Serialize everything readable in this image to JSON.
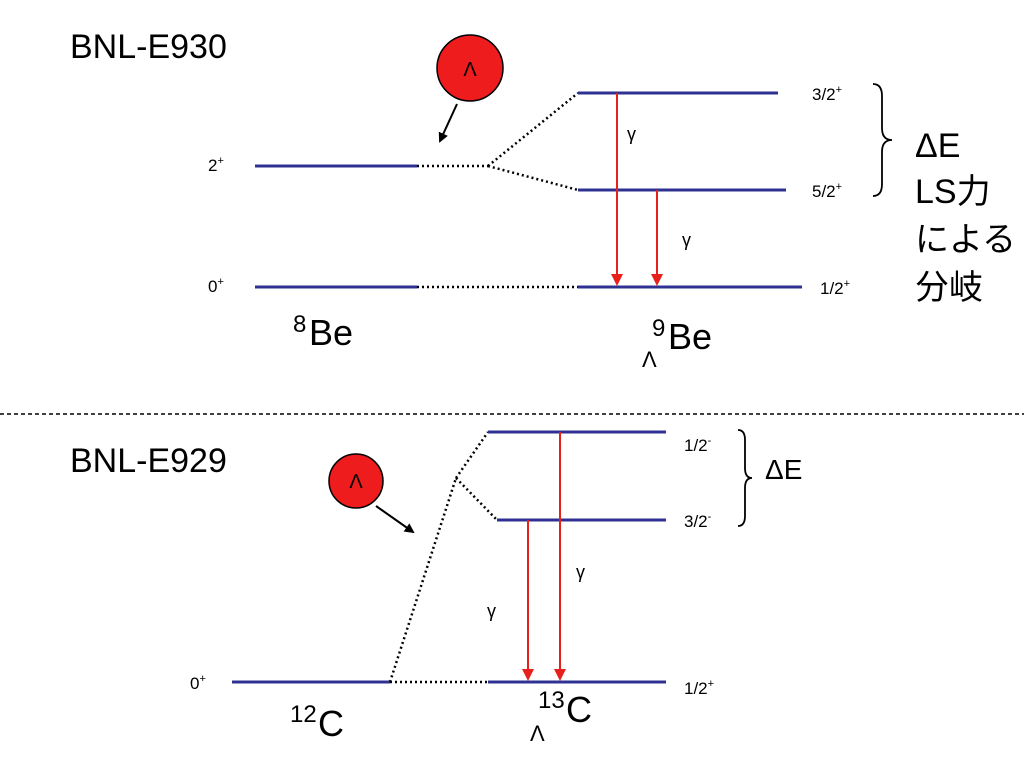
{
  "colors": {
    "level": "#2e3192",
    "transition": "#e8201c",
    "lambda_fill": "#ee1c1c",
    "connector": "#000000"
  },
  "top": {
    "experiment": "BNL-E930",
    "lambda": "Λ",
    "core": {
      "symbol": "Be",
      "mass": "8",
      "levels": {
        "upper": "2+",
        "lower": "0+"
      }
    },
    "hyper": {
      "symbol": "Be",
      "mass": "9",
      "sub": "Λ",
      "levels": {
        "top": "3/2+",
        "mid": "5/2+",
        "ground": "1/2+"
      }
    },
    "gamma": "γ",
    "note": [
      "ΔE",
      "LS力",
      "による",
      "分岐"
    ]
  },
  "bottom": {
    "experiment": "BNL-E929",
    "lambda": "Λ",
    "core": {
      "symbol": "C",
      "mass": "12",
      "levels": {
        "ground": "0+"
      }
    },
    "hyper": {
      "symbol": "C",
      "mass": "13",
      "sub": "Λ",
      "levels": {
        "top": "1/2-",
        "mid": "3/2-",
        "ground": "1/2+"
      }
    },
    "gamma": "γ",
    "note": [
      "ΔE"
    ]
  }
}
